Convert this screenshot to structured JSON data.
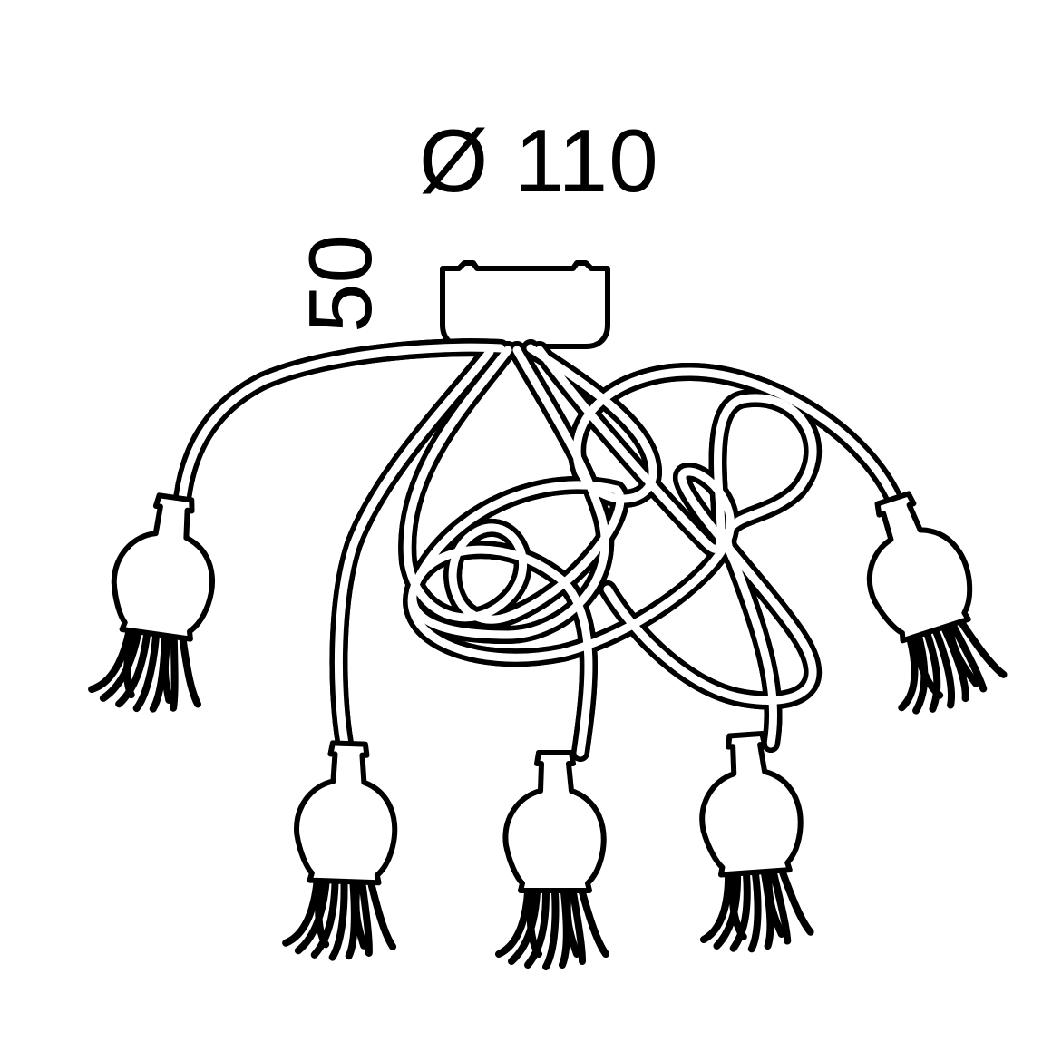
{
  "diagram": {
    "type": "product-dimension-drawing",
    "subject": "ceiling pendant lamp with 5 tangled cables and tasseled bulb heads",
    "line_color": "#000000",
    "background_color": "#ffffff",
    "dimensions": {
      "diameter": {
        "symbol": "Ø",
        "value": "110",
        "label": "Ø 110"
      },
      "height": {
        "value": "50",
        "label": "50",
        "orientation": "vertical"
      }
    },
    "components": {
      "canopy": {
        "shape": "rounded-rectangle",
        "count": 1
      },
      "cables": {
        "count": 5,
        "style": "looping double-line"
      },
      "lamp_heads": [
        {
          "id": "left",
          "position": "upper-left"
        },
        {
          "id": "right",
          "position": "upper-right"
        },
        {
          "id": "bottom-left",
          "position": "lower-left"
        },
        {
          "id": "bottom-center",
          "position": "lower-center"
        },
        {
          "id": "bottom-right",
          "position": "lower-right"
        }
      ]
    }
  }
}
